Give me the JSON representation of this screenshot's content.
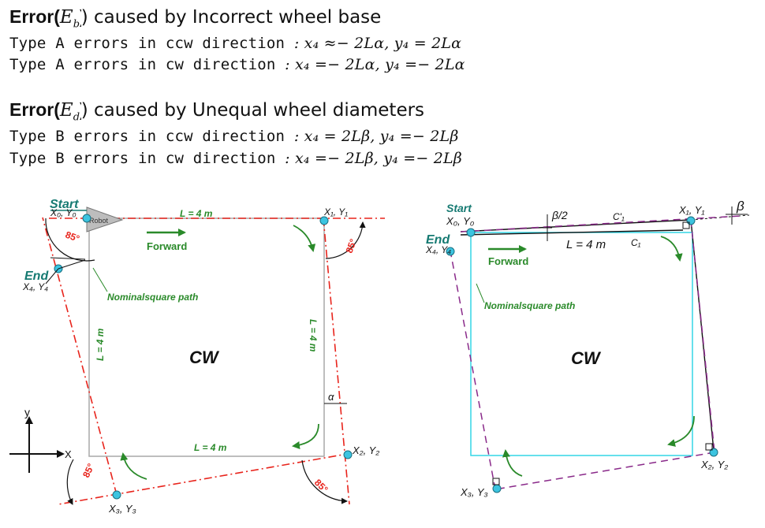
{
  "header": {
    "error_b": {
      "prefix": "Error(",
      "symbol": "E",
      "sub": "b",
      "suffix": ") caused by Incorrect wheel base",
      "line1_label": "Type A errors in ccw direction",
      "line1_eq": ": x₄ ≈− 2Lα,  y₄ = 2Lα",
      "line2_label": "Type A errors in cw direction",
      "line2_eq": ": x₄ =− 2Lα,  y₄ =− 2Lα"
    },
    "error_d": {
      "prefix": "Error(",
      "symbol": "E",
      "sub": "d",
      "suffix": ") caused by Unequal wheel diameters",
      "line1_label": "Type B errors in ccw direction",
      "line1_eq": ":  x₄ = 2Lβ,   y₄ =− 2Lβ",
      "line2_label": "Type B errors in cw direction",
      "line2_eq": ": x₄ =− 2Lβ,   y₄ =− 2Lβ"
    }
  },
  "left_diagram": {
    "start": "Start",
    "start_coord": "X₀, Y₀",
    "robot": "Robot",
    "l_top": "L = 4 m",
    "x1": "X₁, Y₁",
    "forward": "Forward",
    "end": "End",
    "end_coord": "X₄, Y₄",
    "nominal": "Nominalsquare path",
    "cw": "CW",
    "l_left": "L = 4 m",
    "l_right": "L = 4 m",
    "alpha": "α",
    "l_bottom": "L = 4 m",
    "x2": "X₂, Y₂",
    "x3": "X₃, Y₃",
    "angle_85": "85°",
    "axis_x": "X",
    "axis_y": "y"
  },
  "right_diagram": {
    "start": "Start",
    "start_coord": "X₀, Y₀",
    "end": "End",
    "end_coord": "X₄, Y₄",
    "beta_half": "β/2",
    "c1_prime": "C'₁",
    "c1": "C₁",
    "l_top": "L = 4 m",
    "x1": "X₁, Y₁",
    "beta": "β",
    "forward": "Forward",
    "nominal": "Nominalsquare path",
    "cw": "CW",
    "x2": "X₂, Y₂",
    "x3": "X₃, Y₃"
  },
  "colors": {
    "red_path": "#e8241c",
    "green_arrow": "#2a8a2a",
    "nominal_gray": "#a8a8a8",
    "cyan_square": "#33d6e6",
    "purple_path": "#8a2a8a",
    "teal_label": "#167a72",
    "node_fill": "#3cc4e0"
  }
}
